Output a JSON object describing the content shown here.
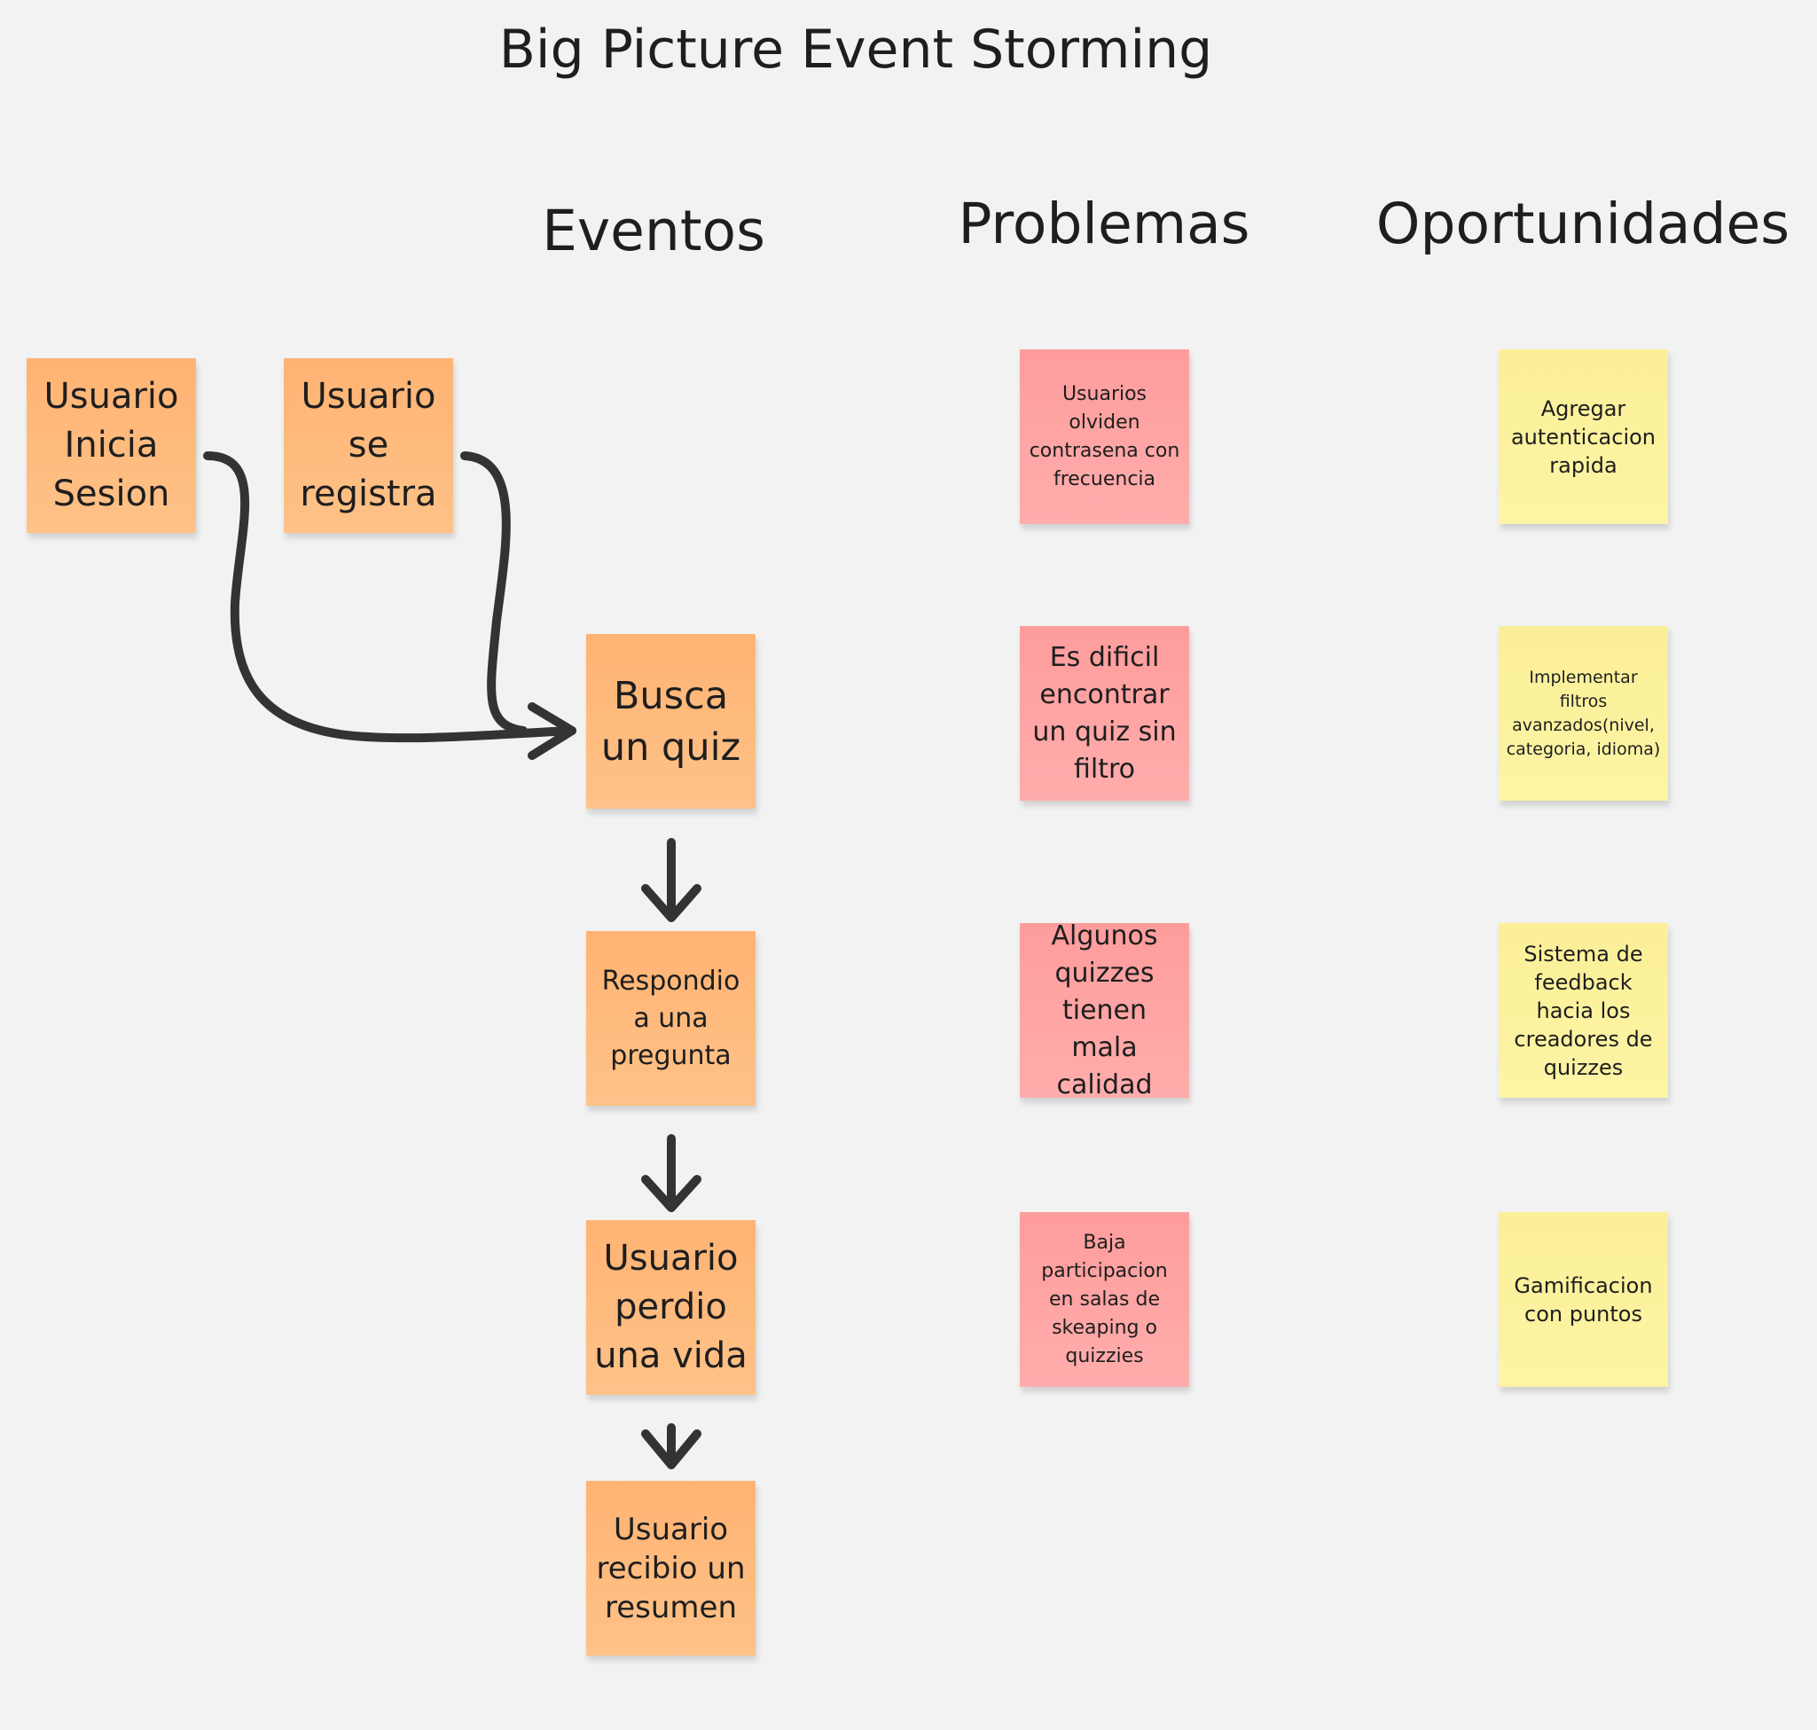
{
  "board": {
    "title": "Big Picture Event Storming"
  },
  "columns": {
    "eventos": "Eventos",
    "problemas": "Problemas",
    "oportunidades": "Oportunidades"
  },
  "eventos": [
    "Usuario Inicia Sesion",
    "Usuario se registra",
    "Busca un quiz",
    "Respondio a una pregunta",
    "Usuario perdio una vida",
    "Usuario recibio un resumen"
  ],
  "problemas": [
    "Usuarios olviden contrasena con frecuencia",
    "Es dificil encontrar un quiz sin filtro",
    "Algunos quizzes tienen mala calidad",
    "Baja participacion en salas de skeaping o quizzies"
  ],
  "oportunidades": [
    "Agregar autenticacion rapida",
    "Implementar filtros avanzados(nivel, categoria, idioma)",
    "Sistema de feedback hacia los creadores de quizzes",
    "Gamificacion con puntos"
  ],
  "colors": {
    "background": "#f2f2f2",
    "evento_sticky": "#ffb373",
    "problema_sticky": "#fe9c9c",
    "oportunidad_sticky": "#fbf097",
    "connector": "#333333"
  }
}
